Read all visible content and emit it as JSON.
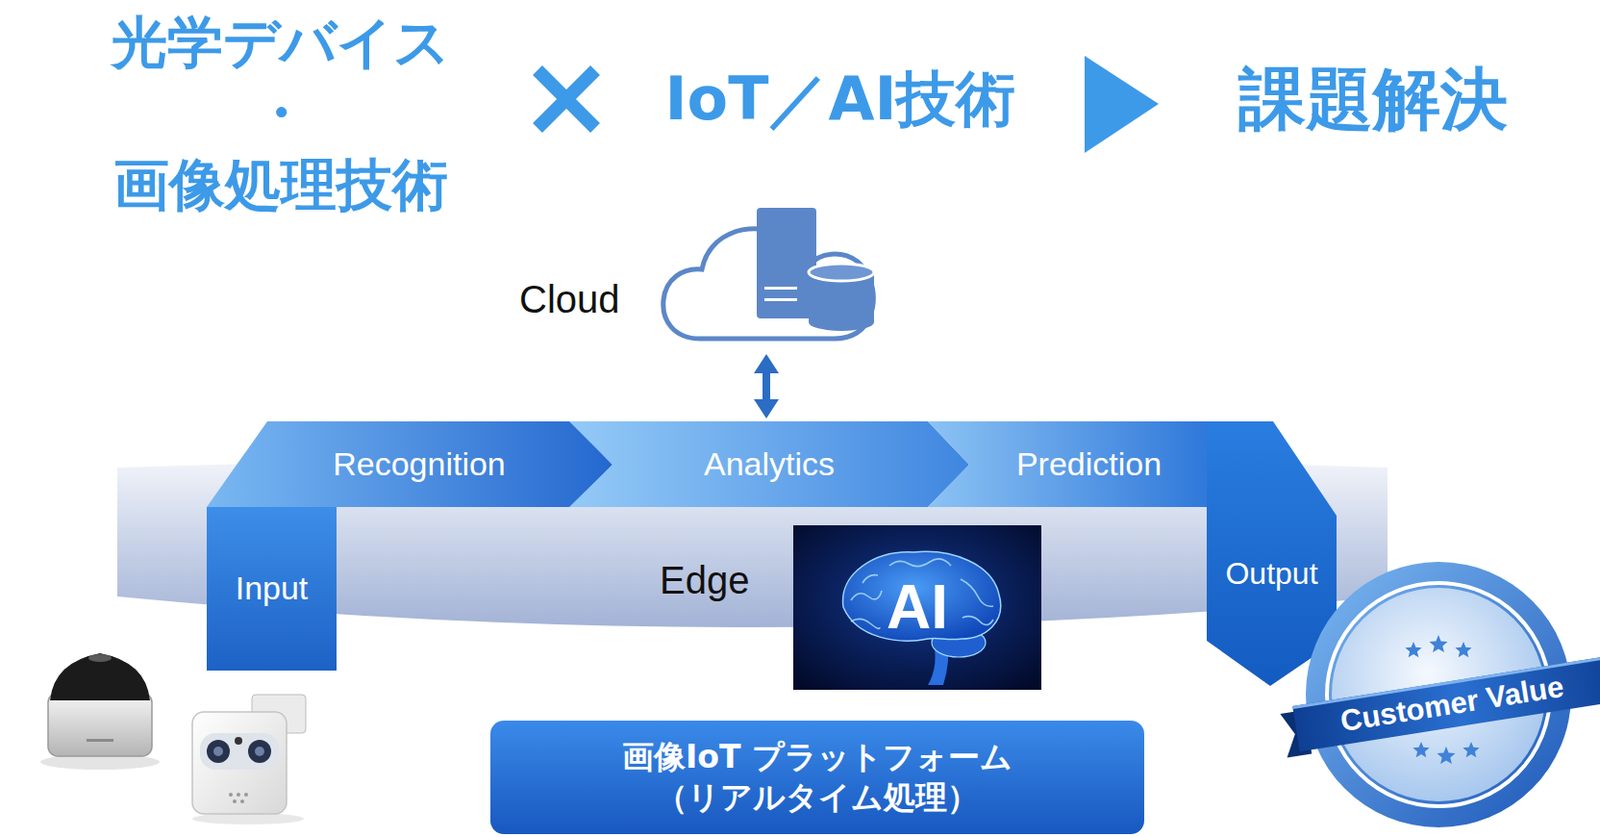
{
  "diagram": {
    "nodes": [
      {
        "text": [
          "Cloud"
        ]
      },
      {
        "text": [
          "Edge"
        ]
      },
      {
        "text": [
          "Recognition"
        ]
      },
      {
        "text": [
          "Analytics"
        ]
      },
      {
        "text": [
          "Prediction"
        ]
      },
      {
        "text": [
          "Input"
        ]
      },
      {
        "text": [
          "AI"
        ]
      },
      {
        "text": [
          "Output"
        ]
      },
      {
        "text": [
          "画像IoT プラットフォーム",
          "（リアルタイム処理）"
        ]
      },
      {
        "text": [
          "Customer Value"
        ]
      }
    ],
    "edges": [
      {
        "from": 0,
        "to": 3,
        "arrow": "both"
      }
    ],
    "labels": [
      "光学デバイス",
      "・",
      "画像処理技術",
      "IoT／AI技術",
      "課題解決"
    ]
  }
}
